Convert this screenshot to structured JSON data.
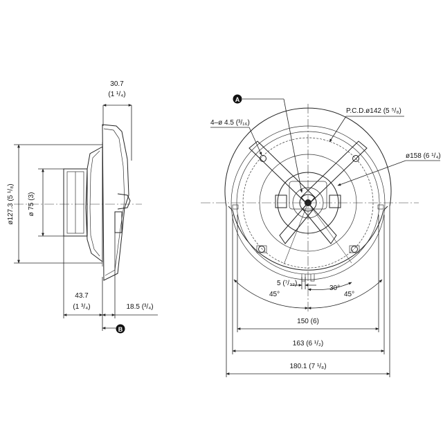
{
  "side_view": {
    "top_width": {
      "value": "30.7",
      "imperial": "(1 ¹/₄)"
    },
    "overall_height": {
      "value": "ø127.3 (5 ¹/₈)"
    },
    "magnet_dia": {
      "value": "ø 75 (3)"
    },
    "depth": {
      "value": "43.7",
      "imperial": "(1 ³/₄)"
    },
    "front_depth": {
      "value": "18.5 (³/₄)"
    },
    "ref_b": "B"
  },
  "front_view": {
    "ref_a": "A",
    "holes": "4–ø 4.5 (³/₁₆)",
    "pcd": "P.C.D.ø142 (5 ⁵/₈)",
    "outer_dia": "ø158 (6 ¹/₄)",
    "slot": "5 (⁷/₃₂)",
    "angle_30": "30°",
    "angle_45_left": "45°",
    "angle_45_right": "45°",
    "dim_150": "150 (6)",
    "dim_163": "163 (6 ¹/₂)",
    "dim_180": "180.1 (7 ¹/₈)"
  }
}
